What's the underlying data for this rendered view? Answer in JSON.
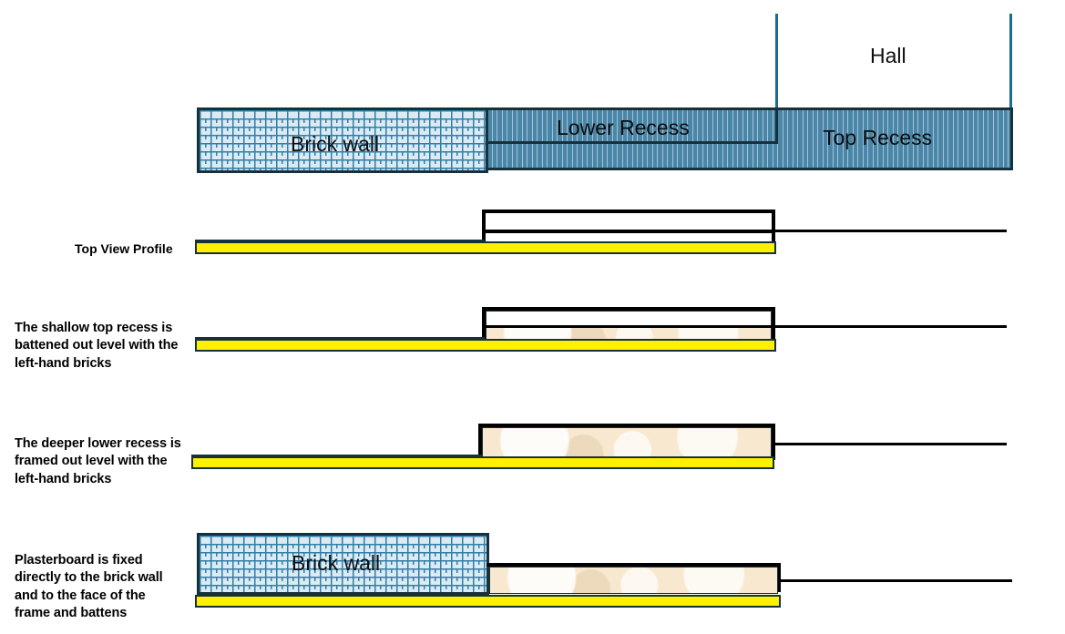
{
  "diagram": {
    "title_labels": {
      "brick_wall_top": "Brick wall",
      "lower_recess": "Lower Recess",
      "top_recess": "Top Recess",
      "hall": "Hall",
      "brick_wall_bottom": "Brick wall"
    },
    "rows": [
      {
        "id": "plan",
        "label": ""
      },
      {
        "id": "top-view-profile",
        "label": "Top View Profile"
      },
      {
        "id": "shallow-top-recess",
        "label": "The shallow top recess is battened out level with the left-hand bricks",
        "lines": [
          "The shallow top recess is",
          "battened out level with the",
          "left-hand bricks"
        ]
      },
      {
        "id": "deeper-lower-recess",
        "label": "The deeper lower recess is framed out level with the left-hand bricks",
        "lines": [
          "The deeper lower recess is",
          "framed out level with the",
          "left-hand bricks"
        ]
      },
      {
        "id": "plasterboard",
        "label": "Plasterboard is fixed directly to the brick wall and to the face of the frame and battens",
        "lines": [
          "Plasterboard is fixed",
          "directly to the brick wall",
          "and to the face of the",
          "frame and battens"
        ]
      }
    ],
    "colors": {
      "ink": "#17313c",
      "teal_line": "#1b6d8f",
      "plasterboard_yellow": "#fdf000",
      "timber_beige": "#f7e8cf",
      "brick_blue": "#2f7fa8",
      "brick_fill": "#dceaf3",
      "recess_hatch": "#4a86a8",
      "black": "#000000"
    }
  }
}
